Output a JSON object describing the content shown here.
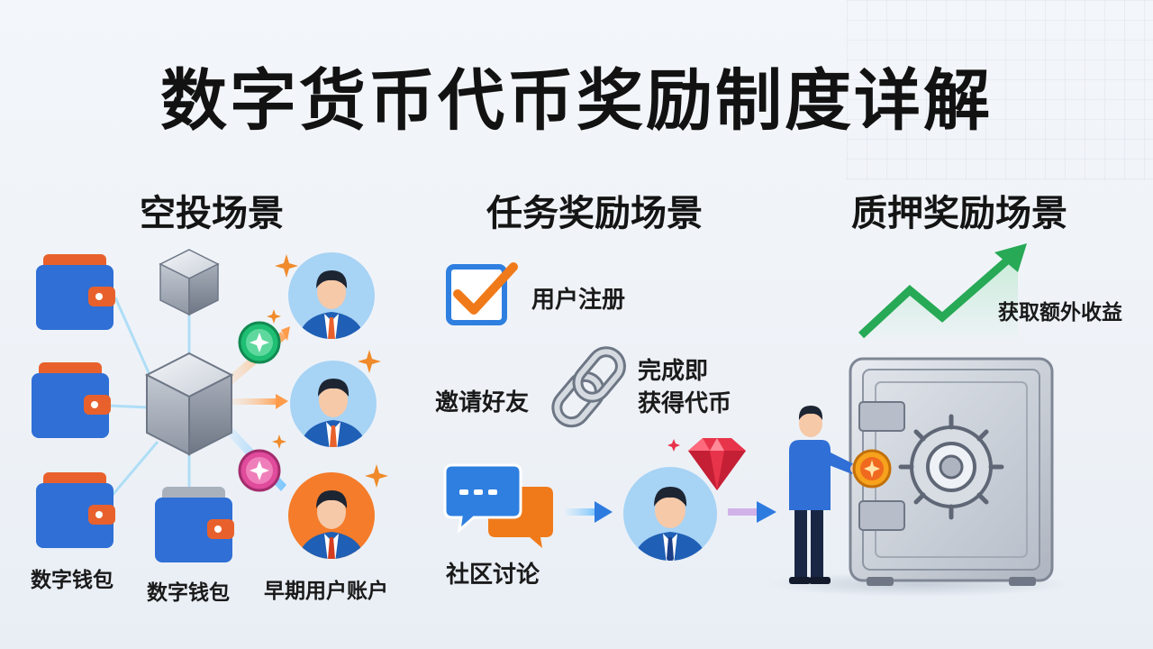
{
  "title": "数字货币代币奖励制度详解",
  "sections": {
    "airdrop": {
      "title": "空投场景",
      "wallet_label_1": "数字钱包",
      "wallet_label_2": "数字钱包",
      "users_label": "早期用户账户"
    },
    "tasks": {
      "title": "任务奖励场景",
      "register": "用户注册",
      "invite": "邀请好友",
      "complete_line1": "完成即",
      "complete_line2": "获得代币",
      "community": "社区讨论"
    },
    "staking": {
      "title": "质押奖励场景",
      "extra_income": "获取额外收益"
    }
  },
  "colors": {
    "wallet_blue": "#2f6fd6",
    "wallet_orange": "#e8612c",
    "checkbox_blue": "#2f7fe0",
    "check_orange": "#f07a1a",
    "arrow_blue": "#2e7be0",
    "growth_green": "#27a956",
    "token_orange": "#f6a21c",
    "token_green": "#1fbf73",
    "token_pink": "#e04b9b",
    "gem_red": "#e8344a"
  }
}
